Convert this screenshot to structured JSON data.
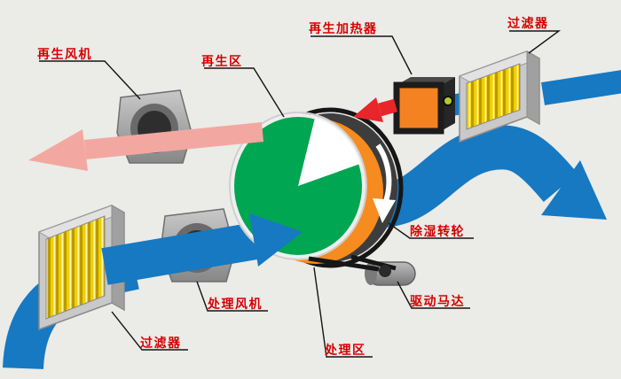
{
  "labels": {
    "regen_fan": "再生风机",
    "regen_zone": "再生区",
    "regen_heater": "再生加热器",
    "filter_top": "过滤器",
    "dehumid_wheel": "除湿转轮",
    "drive_motor": "驱动马达",
    "process_fan": "处理风机",
    "process_zone": "处理区",
    "filter_bottom": "过滤器"
  },
  "colors": {
    "background": "#ebebe8",
    "label_text": "#d40000",
    "process_air_blue": "#1679c2",
    "regen_hot_air_red": "#e8262a",
    "regen_exhaust_pink": "#f2a8a0",
    "wheel_face_green": "#00a651",
    "wheel_desiccant_orange": "#f68b1f",
    "heater_orange": "#f58220",
    "filter_media_yellow": "#f2cf00",
    "machinery_gray": "#a8a8a8",
    "rim_dark_gray": "#3d3d3d"
  }
}
